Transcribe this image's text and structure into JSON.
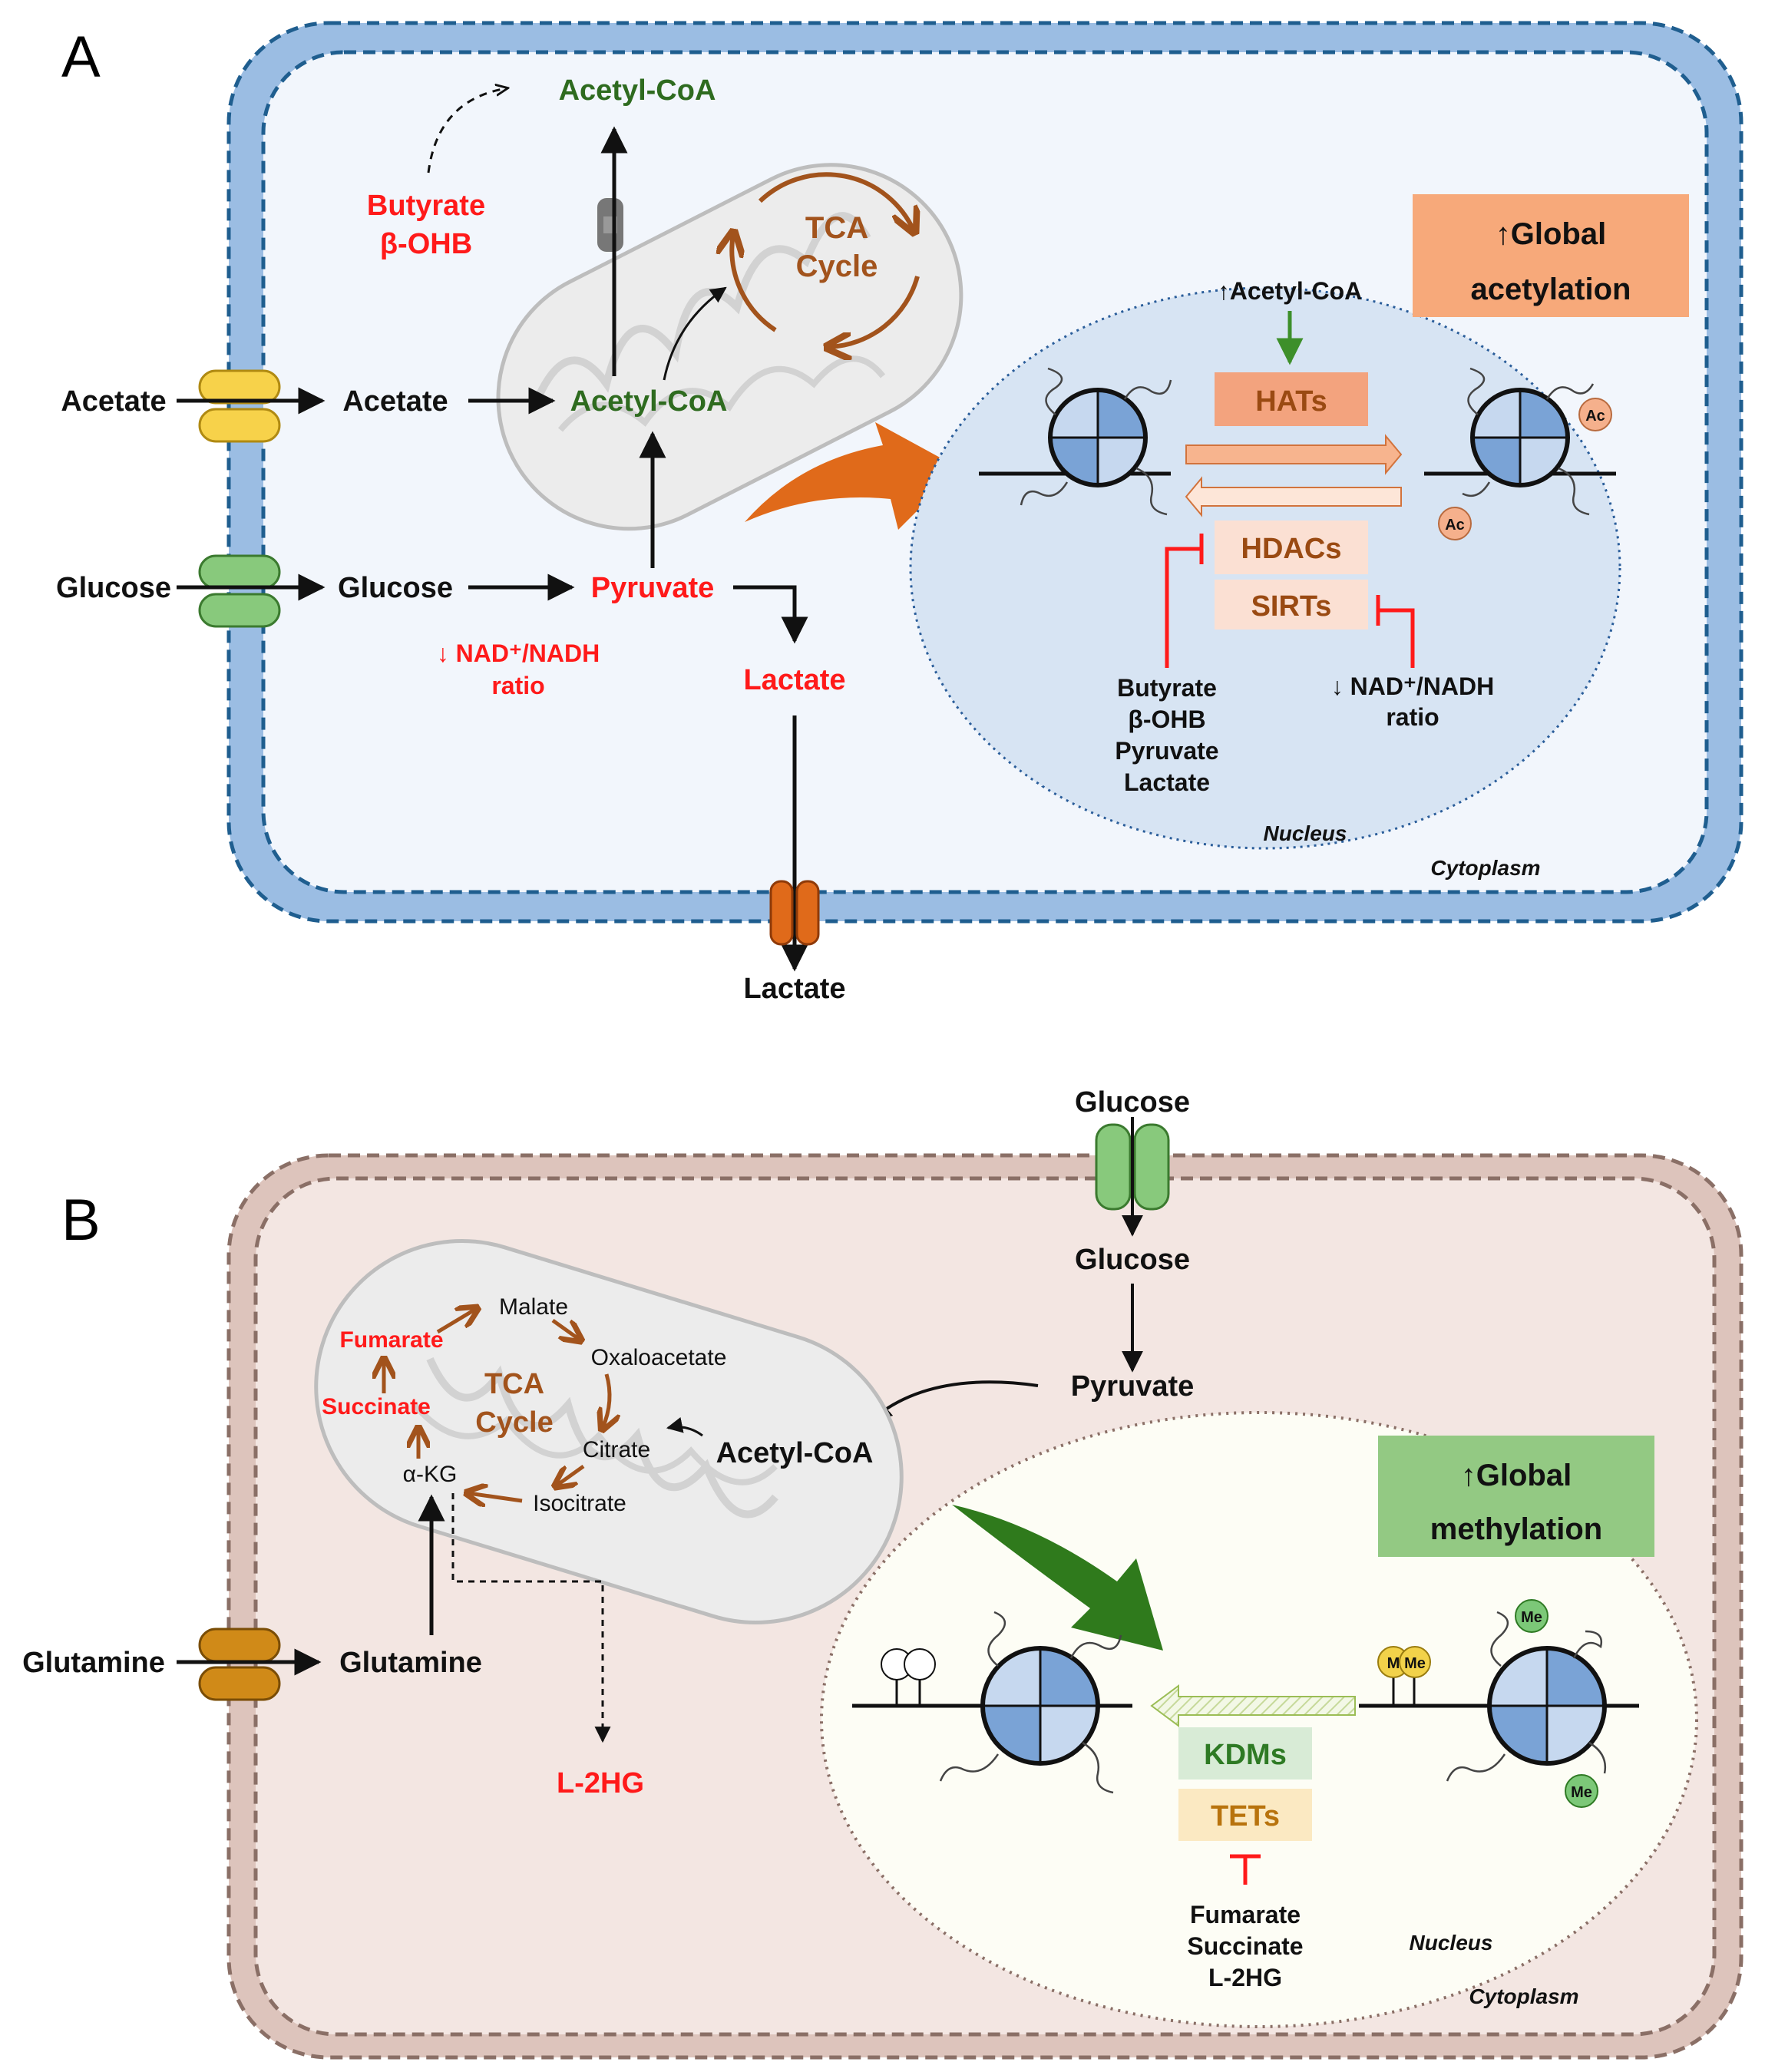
{
  "colors": {
    "red": "#ff1a1a",
    "green_text": "#2e6b1f",
    "brown_text": "#9a4a12",
    "tca_brown": "#a2531c",
    "black": "#111111",
    "cellA_membrane": "#9bbde3",
    "cellA_border": "#1f5e8f",
    "cellA_fill": "#f2f6fc",
    "nucleusA_fill": "#d7e4f3",
    "cellB_membrane": "#ddc4bc",
    "cellB_border": "#8a6f66",
    "cellB_fill": "#f3e6e2",
    "nucleusB_fill": "#fdfdf5",
    "orange_box": "#f7a97a",
    "green_box": "#93c983",
    "hats_box": "#f3a37e",
    "hdacs_box": "#fbe0d3",
    "kdms_box": "#d8ebd6",
    "tets_box": "#fbe9c2",
    "mito_fill": "#ececec",
    "histone_dark": "#7aa3d6",
    "histone_light": "#c6d8ef",
    "ac_badge": "#f5b08c",
    "me_badge": "#7cc878",
    "me_yellow": "#f2d24a",
    "transporter_yellow": "#f7d24a",
    "transporter_green": "#88c97c",
    "transporter_orange": "#e06a1a",
    "transporter_gold": "#d08a18",
    "transporter_grey": "#777777"
  },
  "panelA": {
    "letter": "A",
    "acetylcoa_top": "Acetyl-CoA",
    "butyrate": "Butyrate",
    "bohb": "β-OHB",
    "tca_line1": "TCA",
    "tca_line2": "Cycle",
    "acetate_out": "Acetate",
    "acetate_in": "Acetate",
    "acetylcoa_mito": "Acetyl-CoA",
    "glucose_out": "Glucose",
    "glucose_in": "Glucose",
    "pyruvate": "Pyruvate",
    "nad_line1": "↓ NAD⁺/NADH",
    "nad_line2": "ratio",
    "lactate": "Lactate",
    "lactate_out": "Lactate",
    "global_line1": "↑Global",
    "global_line2": "acetylation",
    "up_acetylcoa": "↑Acetyl-CoA",
    "hats": "HATs",
    "hdacs": "HDACs",
    "sirts": "SIRTs",
    "ac": "Ac",
    "inhibitors": [
      "Butyrate",
      "β-OHB",
      "Pyruvate",
      "Lactate"
    ],
    "nad2_line1": "↓ NAD⁺/NADH",
    "nad2_line2": "ratio",
    "nucleus": "Nucleus",
    "cytoplasm": "Cytoplasm"
  },
  "panelB": {
    "letter": "B",
    "glucose_out": "Glucose",
    "glucose_in": "Glucose",
    "pyruvate": "Pyruvate",
    "acetylcoa": "Acetyl-CoA",
    "malate": "Malate",
    "fumarate": "Fumarate",
    "oxaloacetate": "Oxaloacetate",
    "succinate": "Succinate",
    "tca_line1": "TCA",
    "tca_line2": "Cycle",
    "citrate": "Citrate",
    "akg": "α-KG",
    "isocitrate": "Isocitrate",
    "glutamine_out": "Glutamine",
    "glutamine_in": "Glutamine",
    "l2hg": "L-2HG",
    "global_line1": "↑Global",
    "global_line2": "methylation",
    "kdms": "KDMs",
    "tets": "TETs",
    "inhibitors": [
      "Fumarate",
      "Succinate",
      "L-2HG"
    ],
    "me": "Me",
    "m": "M",
    "nucleus": "Nucleus",
    "cytoplasm": "Cytoplasm"
  }
}
